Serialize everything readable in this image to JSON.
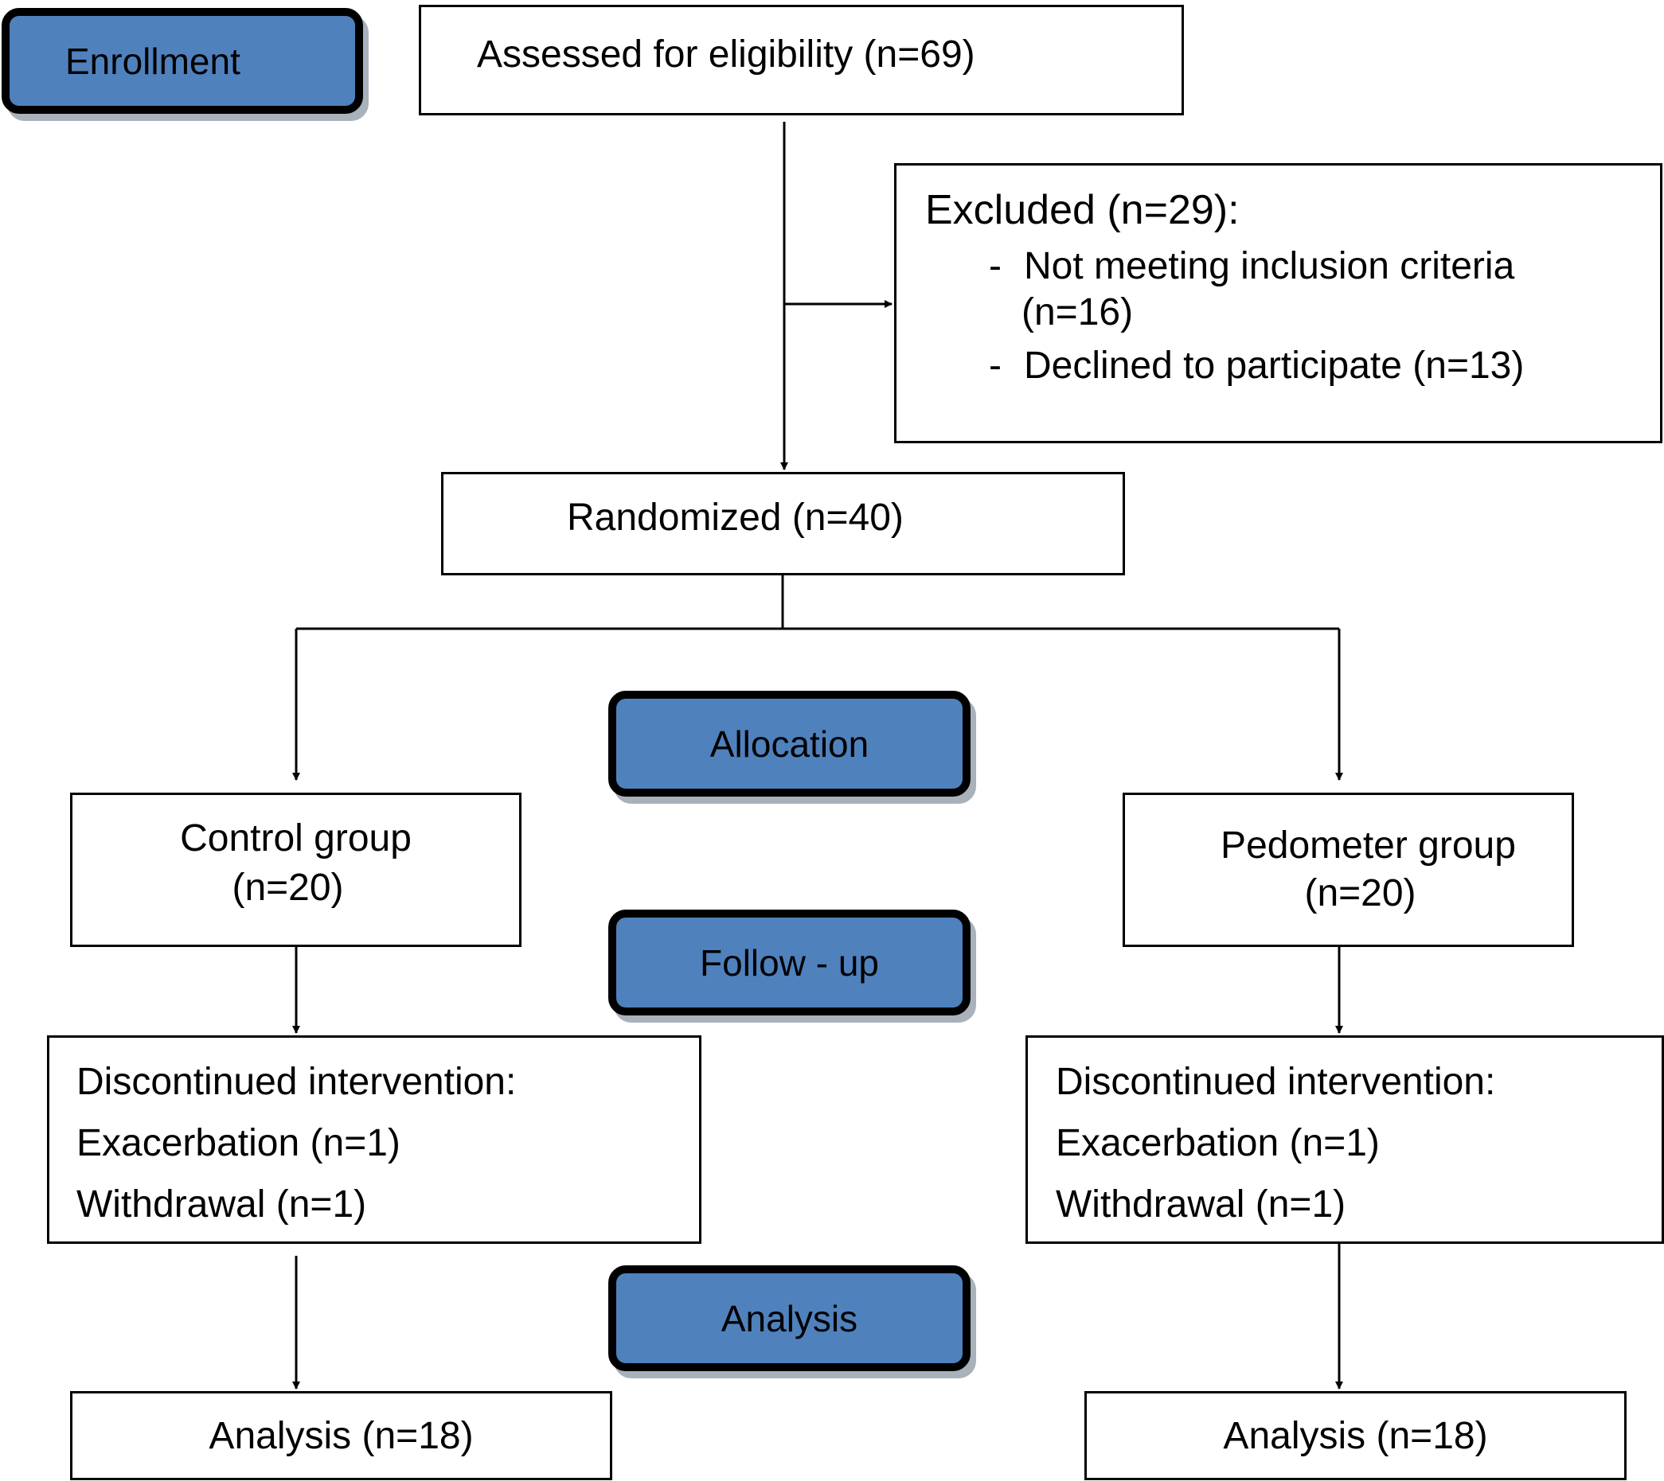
{
  "stages": {
    "enrollment": "Enrollment",
    "allocation": "Allocation",
    "follow_up": "Follow - up",
    "analysis": "Analysis"
  },
  "assessed": "Assessed for eligibility (n=69)",
  "excluded": {
    "title": "Excluded (n=29):",
    "items": [
      {
        "bullet": "-",
        "line1": "Not meeting inclusion criteria",
        "line2": "(n=16)"
      },
      {
        "bullet": "-",
        "line1": "Declined to participate (n=13)"
      }
    ]
  },
  "randomized": "Randomized (n=40)",
  "control": {
    "name": "Control group",
    "n": "(n=20)",
    "discontinued": {
      "title": "Discontinued intervention:",
      "exacerbation": "Exacerbation (n=1)",
      "withdrawal": "Withdrawal (n=1)"
    },
    "analysis": "Analysis (n=18)"
  },
  "pedometer": {
    "name": "Pedometer group",
    "n": "(n=20)",
    "discontinued": {
      "title": "Discontinued intervention:",
      "exacerbation": "Exacerbation (n=1)",
      "withdrawal": "Withdrawal (n=1)"
    },
    "analysis": "Analysis (n=18)"
  },
  "colors": {
    "stage_fill": "#4f81bd",
    "stage_border": "#000000",
    "stage_shadow": "#a9b1bb",
    "line": "#000000"
  }
}
